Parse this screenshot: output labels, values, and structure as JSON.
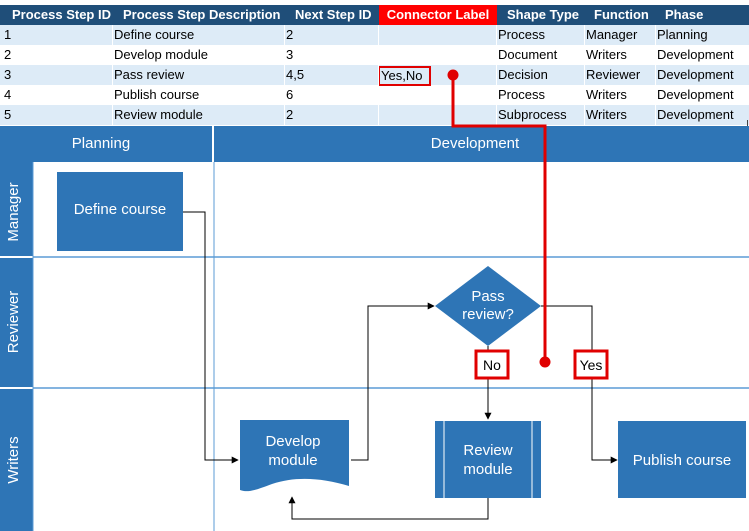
{
  "table": {
    "headers": [
      "Process Step ID",
      "Process Step Description",
      "Next Step ID",
      "Connector Label",
      "Shape Type",
      "Function",
      "Phase"
    ],
    "rows": [
      [
        "1",
        "Define course",
        "2",
        "",
        "Process",
        "Manager",
        "Planning"
      ],
      [
        "2",
        "Develop module",
        "3",
        "",
        "Document",
        "Writers",
        "Development"
      ],
      [
        "3",
        "Pass review",
        "4,5",
        "Yes,No",
        "Decision",
        "Reviewer",
        "Development"
      ],
      [
        "4",
        "Publish course",
        "6",
        "",
        "Process",
        "Writers",
        "Development"
      ],
      [
        "5",
        "Review module",
        "2",
        "",
        "Subprocess",
        "Writers",
        "Development"
      ]
    ]
  },
  "diagram": {
    "phases": [
      "Planning",
      "Development"
    ],
    "lanes": [
      "Manager",
      "Reviewer",
      "Writers"
    ],
    "shapes": {
      "define": "Define course",
      "develop_line1": "Develop",
      "develop_line2": "module",
      "decision_line1": "Pass",
      "decision_line2": "review?",
      "review_line1": "Review",
      "review_line2": "module",
      "publish": "Publish course"
    },
    "labels": {
      "no": "No",
      "yes": "Yes"
    }
  },
  "colors": {
    "header": "#1f4e79",
    "highlight_header": "#ff0000",
    "row_alt": "#ddebf7",
    "shape": "#2e75b6",
    "swimlane_header": "#2e75b6",
    "callout": "#e00000"
  }
}
